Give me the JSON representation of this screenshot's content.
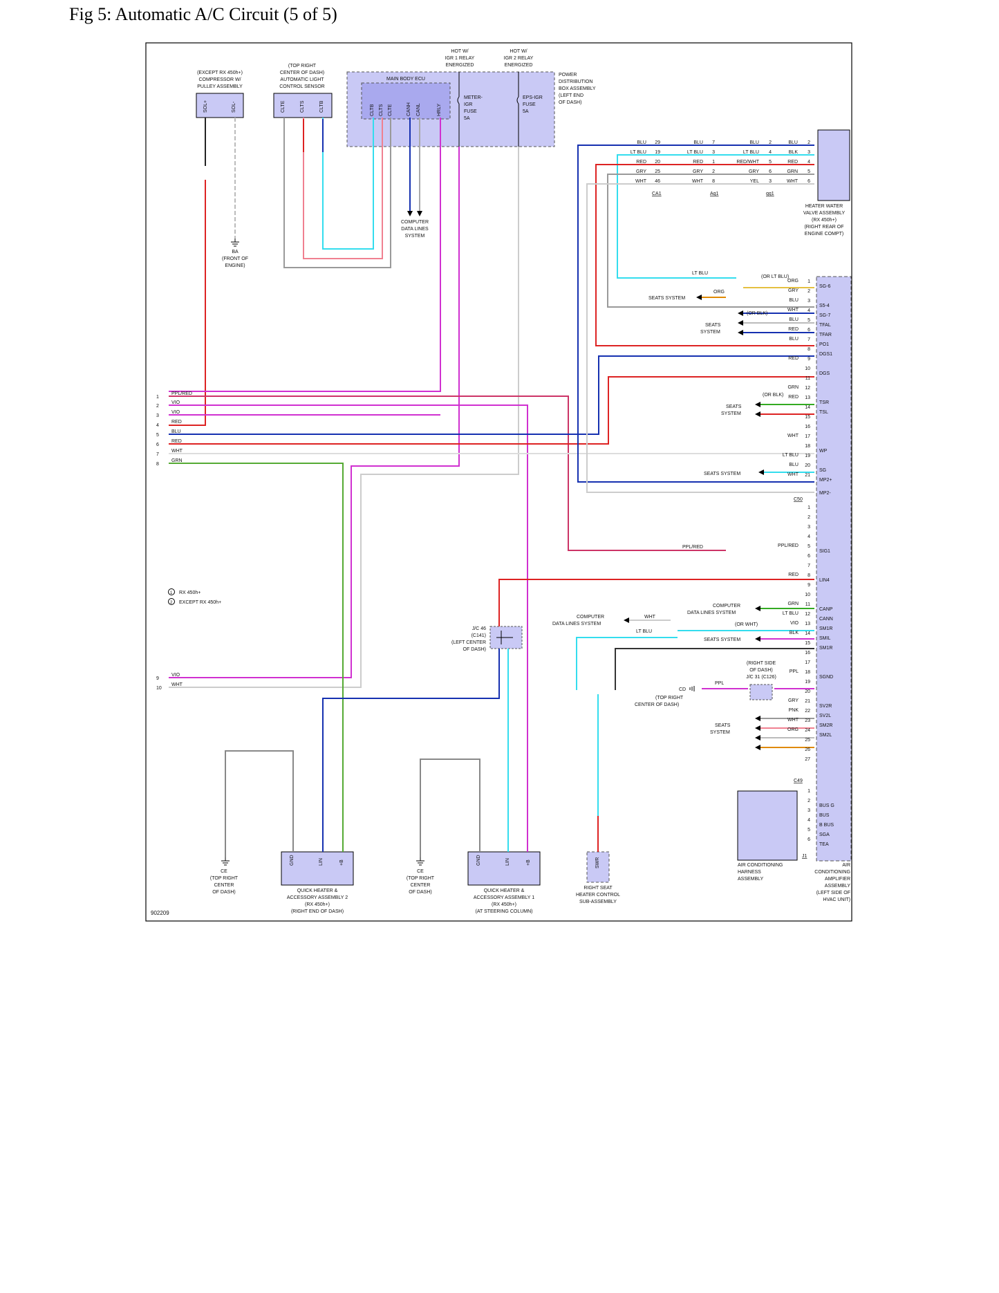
{
  "title": "Fig 5: Automatic A/C Circuit (5 of 5)",
  "figure_id": "902209",
  "legend": [
    {
      "num": "1",
      "text": "RX 450h+"
    },
    {
      "num": "2",
      "text": "EXCEPT RX 450h+"
    }
  ],
  "components": {
    "compressor": {
      "lines": [
        "(EXCEPT RX 450h+)",
        "COMPRESSOR W/",
        "PULLEY ASSEMBLY"
      ],
      "pins": [
        "SOL+",
        "SOL-"
      ]
    },
    "light_sensor": {
      "lines": [
        "(TOP RIGHT",
        "CENTER OF DASH)",
        "AUTOMATIC LIGHT",
        "CONTROL SENSOR"
      ],
      "pins": [
        "CLTE",
        "CLTS",
        "CLTB"
      ]
    },
    "main_body_ecu": {
      "label": "MAIN BODY ECU",
      "pins": [
        "CLTB",
        "CLTS",
        "CLTE",
        "CANH",
        "CANL",
        "HRLY"
      ]
    },
    "relay1": {
      "lines": [
        "HOT W/",
        "IGR 1 RELAY",
        "ENERGIZED"
      ]
    },
    "relay2": {
      "lines": [
        "HOT W/",
        "IGR 2 RELAY",
        "ENERGIZED"
      ]
    },
    "fuse1": {
      "lines": [
        "METER-",
        "IGR",
        "FUSE",
        "5A"
      ]
    },
    "fuse2": {
      "lines": [
        "EPS-IGR",
        "FUSE",
        "5A"
      ]
    },
    "power_box": {
      "lines": [
        "POWER",
        "DISTRIBUTION",
        "BOX ASSEMBLY",
        "(LEFT END",
        "OF DASH)"
      ]
    },
    "heater_valve": {
      "lines": [
        "HEATER WATER",
        "VALVE ASSEMBLY",
        "(RX 450h+)",
        "(RIGHT REAR OF",
        "ENGINE COMPT)"
      ]
    },
    "ground_ba": {
      "lines": [
        "BA",
        "(FRONT OF",
        "ENGINE)"
      ]
    },
    "computer_data_top": {
      "lines": [
        "COMPUTER",
        "DATA LINES",
        "SYSTEM"
      ]
    },
    "jc46": {
      "lines": [
        "J/C 46",
        "(C141)",
        "(LEFT CENTER",
        "OF DASH)"
      ]
    },
    "jc31": {
      "lines": [
        "(RIGHT SIDE",
        "OF DASH)",
        "J/C 31 (C126)"
      ]
    },
    "cd_ground": {
      "lines": [
        "CD",
        "(TOP RIGHT",
        "CENTER OF DASH)"
      ]
    },
    "ce_ground1": {
      "lines": [
        "CE",
        "(TOP RIGHT",
        "CENTER",
        "OF DASH)"
      ]
    },
    "ce_ground2": {
      "lines": [
        "CE",
        "(TOP RIGHT",
        "CENTER",
        "OF DASH)"
      ]
    },
    "quick_heater2": {
      "lines": [
        "QUICK HEATER &",
        "ACCESSORY ASSEMBLY 2",
        "(RX 450h+)",
        "(RIGHT END OF DASH)"
      ],
      "pins": [
        "GND",
        "LIN",
        "+B"
      ]
    },
    "quick_heater1": {
      "lines": [
        "QUICK HEATER &",
        "ACCESSORY ASSEMBLY 1",
        "(RX 450h+)",
        "(AT STEERING COLUMN)"
      ],
      "pins": [
        "GND",
        "LIN",
        "+B"
      ]
    },
    "seat_heater": {
      "lines": [
        "RIGHT SEAT",
        "HEATER CONTROL",
        "SUB-ASSEMBLY"
      ],
      "pin": "SWR"
    },
    "harness": {
      "lines": [
        "AIR CONDITIONING",
        "HARNESS",
        "ASSEMBLY"
      ]
    },
    "amplifier": {
      "lines": [
        "AIR",
        "CONDITIONING",
        "AMPLIFIER",
        "ASSEMBLY",
        "(LEFT SIDE OF",
        "HVAC UNIT)"
      ]
    }
  },
  "left_wires": [
    {
      "num": "1",
      "color": "PPL/RED"
    },
    {
      "num": "2",
      "color": "VIO"
    },
    {
      "num": "3",
      "color": "VIO"
    },
    {
      "num": "4",
      "color": "RED"
    },
    {
      "num": "5",
      "color": "BLU"
    },
    {
      "num": "6",
      "color": "RED"
    },
    {
      "num": "7",
      "color": "WHT"
    },
    {
      "num": "8",
      "color": "GRN"
    },
    {
      "num": "9",
      "color": "VIO"
    },
    {
      "num": "10",
      "color": "WHT"
    }
  ],
  "heater_connector_rows": [
    {
      "c1": "BLU",
      "p1": "29",
      "c2": "BLU",
      "p2": "7",
      "c3": "BLU",
      "p3": "2",
      "c4": "BLU",
      "p4": "2"
    },
    {
      "c1": "LT BLU",
      "p1": "19",
      "c2": "LT BLU",
      "p2": "3",
      "c3": "LT BLU",
      "p3": "4",
      "c4": "BLK",
      "p4": "3"
    },
    {
      "c1": "RED",
      "p1": "20",
      "c2": "RED",
      "p2": "1",
      "c3": "RED/WHT",
      "p3": "5",
      "c4": "RED",
      "p4": "4"
    },
    {
      "c1": "GRY",
      "p1": "25",
      "c2": "GRY",
      "p2": "2",
      "c3": "GRY",
      "p3": "6",
      "c4": "GRN",
      "p4": "5"
    },
    {
      "c1": "WHT",
      "p1": "46",
      "c2": "WHT",
      "p2": "8",
      "c3": "YEL",
      "p3": "3",
      "c4": "WHT",
      "p4": "6"
    }
  ],
  "heater_connector_ids": [
    "CA1",
    "Aq1",
    "qq1"
  ],
  "amp_c50_rows": [
    {
      "pin": "1",
      "wire": "ORG",
      "name": "SG-6"
    },
    {
      "pin": "2",
      "wire": "GRY",
      "name": ""
    },
    {
      "pin": "3",
      "wire": "BLU",
      "name": "S5-4"
    },
    {
      "pin": "4",
      "wire": "WHT",
      "name": "SG-7"
    },
    {
      "pin": "5",
      "wire": "BLU",
      "name": "TFAL"
    },
    {
      "pin": "6",
      "wire": "RED",
      "name": "TFAR"
    },
    {
      "pin": "7",
      "wire": "BLU",
      "name": "PO1"
    },
    {
      "pin": "8",
      "wire": "",
      "name": "DGS1"
    },
    {
      "pin": "9",
      "wire": "RED",
      "name": ""
    },
    {
      "pin": "10",
      "wire": "",
      "name": "DGS"
    },
    {
      "pin": "11",
      "wire": "",
      "name": ""
    },
    {
      "pin": "12",
      "wire": "GRN",
      "name": ""
    },
    {
      "pin": "13",
      "wire": "RED",
      "name": "TSR"
    },
    {
      "pin": "14",
      "wire": "",
      "name": "TSL"
    },
    {
      "pin": "15",
      "wire": "",
      "name": ""
    },
    {
      "pin": "16",
      "wire": "",
      "name": ""
    },
    {
      "pin": "17",
      "wire": "WHT",
      "name": ""
    },
    {
      "pin": "18",
      "wire": "",
      "name": "WP"
    },
    {
      "pin": "19",
      "wire": "LT BLU",
      "name": ""
    },
    {
      "pin": "20",
      "wire": "BLU",
      "name": "SG"
    },
    {
      "pin": "21",
      "wire": "WHT",
      "name": "MP2+"
    }
  ],
  "amp_c50_extra": {
    "mp2minus": "MP2-",
    "connector": "C50"
  },
  "amp_c49_rows": [
    {
      "pin": "1",
      "wire": "",
      "name": ""
    },
    {
      "pin": "2",
      "wire": "",
      "name": ""
    },
    {
      "pin": "3",
      "wire": "",
      "name": ""
    },
    {
      "pin": "4",
      "wire": "",
      "name": ""
    },
    {
      "pin": "5",
      "wire": "PPL/RED",
      "name": "SIG1"
    },
    {
      "pin": "6",
      "wire": "",
      "name": ""
    },
    {
      "pin": "7",
      "wire": "",
      "name": ""
    },
    {
      "pin": "8",
      "wire": "RED",
      "name": "LIN4"
    },
    {
      "pin": "9",
      "wire": "",
      "name": ""
    },
    {
      "pin": "10",
      "wire": "",
      "name": ""
    },
    {
      "pin": "11",
      "wire": "GRN",
      "name": "CANP"
    },
    {
      "pin": "12",
      "wire": "LT BLU",
      "name": "CANN"
    },
    {
      "pin": "13",
      "wire": "VIO",
      "name": "SM1R"
    },
    {
      "pin": "14",
      "wire": "BLK",
      "name": "SMIL"
    },
    {
      "pin": "15",
      "wire": "",
      "name": "SM1R"
    },
    {
      "pin": "16",
      "wire": "",
      "name": ""
    },
    {
      "pin": "17",
      "wire": "",
      "name": ""
    },
    {
      "pin": "18",
      "wire": "PPL",
      "name": "SGND"
    },
    {
      "pin": "19",
      "wire": "",
      "name": ""
    },
    {
      "pin": "20",
      "wire": "",
      "name": ""
    },
    {
      "pin": "21",
      "wire": "GRY",
      "name": "SV2R"
    },
    {
      "pin": "22",
      "wire": "PNK",
      "name": "SV2L"
    },
    {
      "pin": "23",
      "wire": "WHT",
      "name": "SM2R"
    },
    {
      "pin": "24",
      "wire": "ORG",
      "name": "SM2L"
    },
    {
      "pin": "25",
      "wire": "",
      "name": ""
    },
    {
      "pin": "26",
      "wire": "",
      "name": ""
    },
    {
      "pin": "27",
      "wire": "",
      "name": ""
    }
  ],
  "amp_c49_connector": "C49",
  "amp_j1_rows": [
    {
      "pin": "1",
      "name": ""
    },
    {
      "pin": "2",
      "name": "BUS G"
    },
    {
      "pin": "3",
      "name": "BUS"
    },
    {
      "pin": "4",
      "name": "B BUS"
    },
    {
      "pin": "5",
      "name": "SGA"
    },
    {
      "pin": "6",
      "name": "TEA"
    }
  ],
  "amp_j1_connector": "J1",
  "misc": {
    "seats_system": "SEATS SYSTEM",
    "seats": "SEATS",
    "system": "SYSTEM",
    "or_lt_blu": "(OR LT BLU)",
    "or_blk": "(OR BLK)",
    "or_wht": "(OR WHT)",
    "or_blk_ltblu": "(OR BLK)",
    "computer": "COMPUTER",
    "data_lines_system": "DATA LINES SYSTEM",
    "lt_blu": "LT BLU",
    "org": "ORG",
    "wht": "WHT",
    "blk": "BLK",
    "ppl_red": "PPL/RED",
    "ppl": "PPL"
  }
}
